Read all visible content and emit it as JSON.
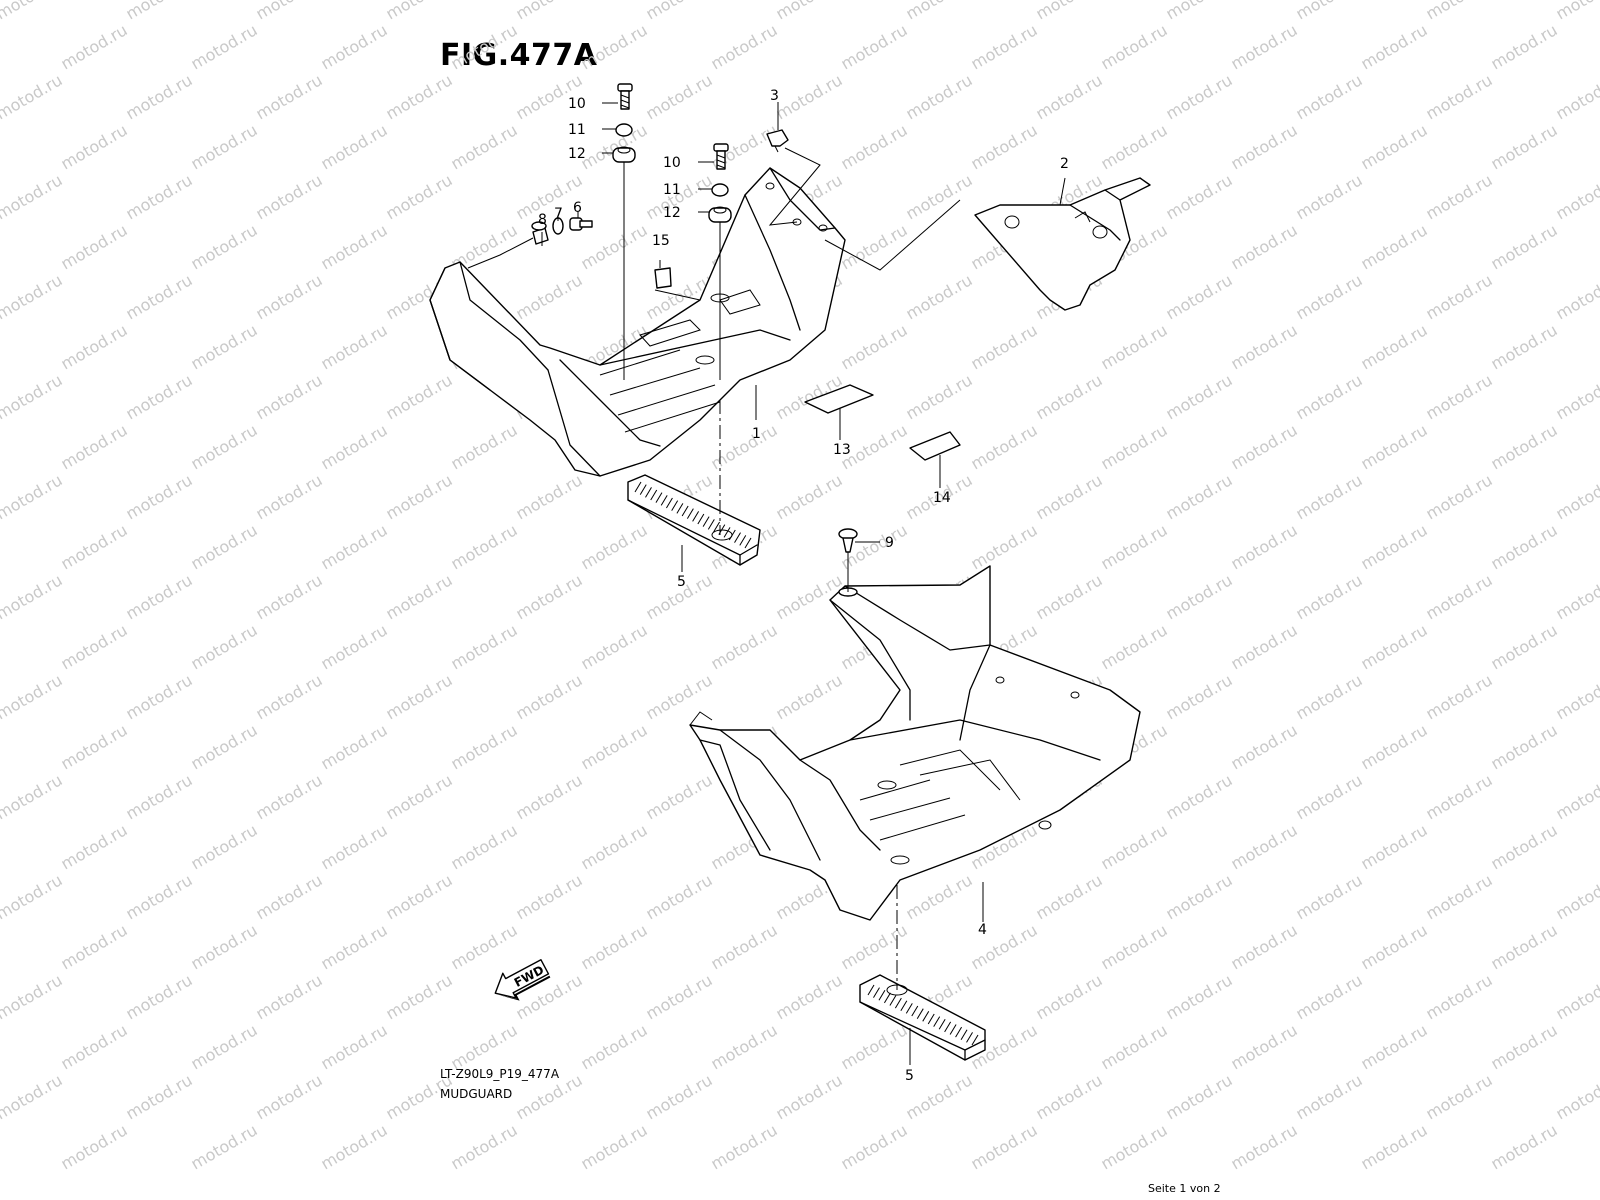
{
  "figure": {
    "title": "FIG.477A",
    "code": "LT-Z90L9_P19_477A",
    "name": "MUDGUARD",
    "page": "Seite 1 von 2"
  },
  "watermark": "motod.ru",
  "fwd_label": "FWD",
  "callouts": {
    "c1": "1",
    "c2": "2",
    "c3": "3",
    "c4": "4",
    "c5a": "5",
    "c5b": "5",
    "c6": "6",
    "c7": "7",
    "c8": "8",
    "c9": "9",
    "c10a": "10",
    "c10b": "10",
    "c11a": "11",
    "c11b": "11",
    "c12a": "12",
    "c12b": "12",
    "c13": "13",
    "c14": "14",
    "c15": "15"
  }
}
